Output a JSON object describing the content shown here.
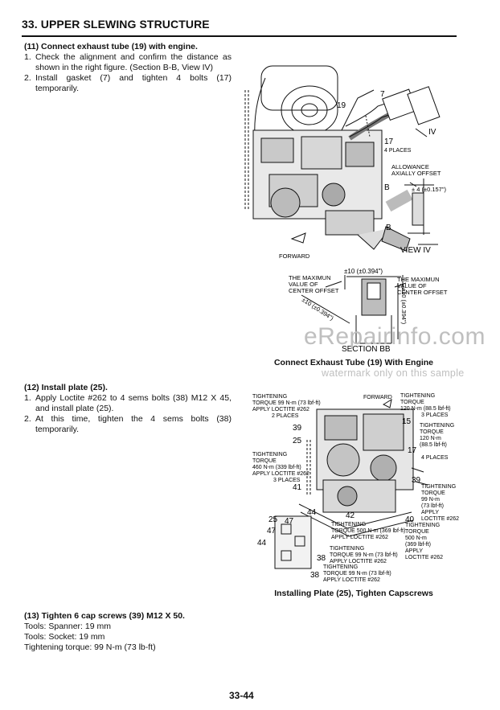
{
  "header": {
    "title": "33.  UPPER SLEWING STRUCTURE"
  },
  "step11": {
    "title": "(11) Connect exhaust tube (19) with engine.",
    "items": [
      {
        "num": "1.",
        "text": "Check the alignment and confirm the distance as shown in the right figure. (Section B-B, View IV)"
      },
      {
        "num": "2.",
        "text": "Install gasket (7) and tighten 4 bolts (17) temporarily."
      }
    ]
  },
  "figure1": {
    "labels": {
      "l7": "7",
      "l19": "19",
      "l17": "17",
      "places4": "4 PLACES",
      "iv": "IV",
      "allowance1": "ALLOWANCE",
      "allowance2": "AXIALLY OFFSET",
      "tol_axial": "± 4 (±0.157\")",
      "b_top": "B",
      "b_bottom": "B",
      "view": "VIEW IV",
      "forward": "FORWARD",
      "tol_top": "±10 (±0.394\")",
      "maxleft1": "THE MAXIMUN",
      "maxleft2": "VALUE OF",
      "maxleft3": "CENTER OFFSET",
      "maxright1": "THE MAXIMUN",
      "maxright2": "VALUE OF",
      "maxright3": "CENTER OFFSET",
      "tol_diag": "±10 (±0.394\")",
      "tol_vert": "±10 (±0.394\")",
      "section": "SECTION BB"
    },
    "caption": "Connect Exhaust Tube (19) With Engine"
  },
  "watermark": {
    "main": "eRepairinfo.com",
    "sub": "watermark only on this sample"
  },
  "step12": {
    "title": "(12) Install plate (25).",
    "items": [
      {
        "num": "1.",
        "text": "Apply Loctite #262 to 4 sems bolts (38) M12 X 45, and install plate (25)."
      },
      {
        "num": "2.",
        "text": "At this time, tighten the 4 sems bolts (38) temporarily."
      }
    ]
  },
  "figure2": {
    "labels": {
      "tt1a": "TIGHTENING",
      "tt1b": "TORQUE 99 N-m (73 lbf-ft)",
      "tt1c": "APPLY LOCTITE #262",
      "tt1d": "2 PLACES",
      "forward": "FORWARD",
      "tt2a": "TIGHTENING",
      "tt2b": "TORQUE",
      "tt2c": "120 N-m (88.5 lbf-ft)",
      "tt2d": "3 PLACES",
      "l15": "15",
      "tt3a": "TIGHTENING",
      "tt3b": "TORQUE",
      "tt3c": "120 N-m",
      "tt3d": "(88.5 lbf-ft)",
      "l17": "17",
      "places4": "4 PLACES",
      "l39a": "39",
      "l25a": "25",
      "tt4a": "TIGHTENING",
      "tt4b": "TORQUE",
      "tt4c": "460 N-m (339 lbf-ft)",
      "tt4d": "APPLY LOCTITE #262",
      "tt4e": "3 PLACES",
      "l41": "41",
      "l39b": "39",
      "tt5a": "TIGHTENING",
      "tt5b": "TORQUE",
      "tt5c": "99 N-m",
      "tt5d": "(73 lbf-ft)",
      "tt5e": "APPLY",
      "tt5f": "LOCTITE #262",
      "l44a": "44",
      "l42": "42",
      "l40": "40",
      "tt6a": "TIGHTENING",
      "tt6b": "TORQUE 500 N-m (369 lbf-ft)",
      "tt6c": "APPLY LOCTITE #262",
      "tt7a": "TIGHTENING",
      "tt7b": "TORQUE",
      "tt7c": "500 N-m",
      "tt7d": "(369 lbf-ft)",
      "tt7e": "APPLY",
      "tt7f": "LOCTITE #262",
      "l25b": "25",
      "l47a": "47",
      "l47b": "47",
      "l44b": "44",
      "tt8a": "TIGHTENING",
      "tt8b": "TORQUE 99 N-m (73 lbf-ft)",
      "tt8c": "APPLY LOCTITE #262",
      "l38a": "38",
      "tt9a": "TIGHTENING",
      "tt9b": "TORQUE 99 N-m (73 lbf-ft)",
      "tt9c": "APPLY LOCTITE #262",
      "l38b": "38"
    },
    "caption": "Installing Plate (25), Tighten Capscrews"
  },
  "step13": {
    "title": "(13) Tighten 6 cap screws (39) M12 X 50.",
    "lines": [
      "Tools: Spanner: 19 mm",
      "Tools: Socket: 19 mm",
      "Tightening torque: 99 N-m (73 lb-ft)"
    ]
  },
  "footer": {
    "page_number": "33-44"
  }
}
